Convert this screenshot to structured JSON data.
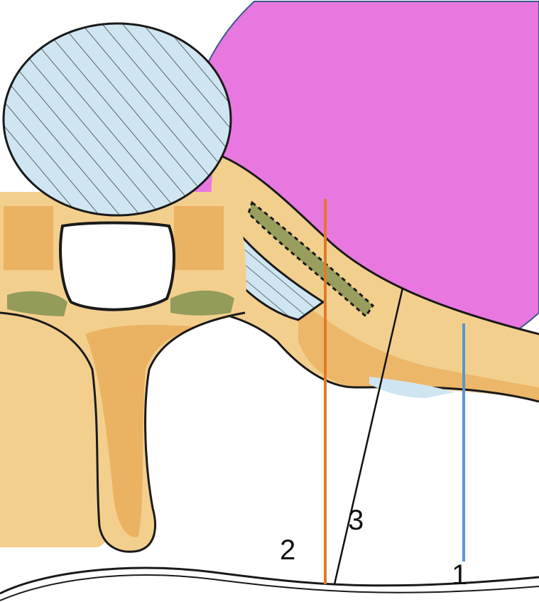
{
  "labels": {
    "line_1": "1",
    "line_2": "2",
    "line_3": "3"
  },
  "colors": {
    "background": "#ffffff",
    "circle_fill": "#e878e0",
    "circle_stroke": "#3b5a8a",
    "line_1": "#5a96cc",
    "line_2": "#e07a2a",
    "line_3": "#111111",
    "bone_fill": "#f3cf8e",
    "bone_shade": "#e49a3c",
    "body_fill": "#cfe6f2",
    "muscle_green": "#7a8f4e",
    "outline": "#1a1a1a"
  }
}
